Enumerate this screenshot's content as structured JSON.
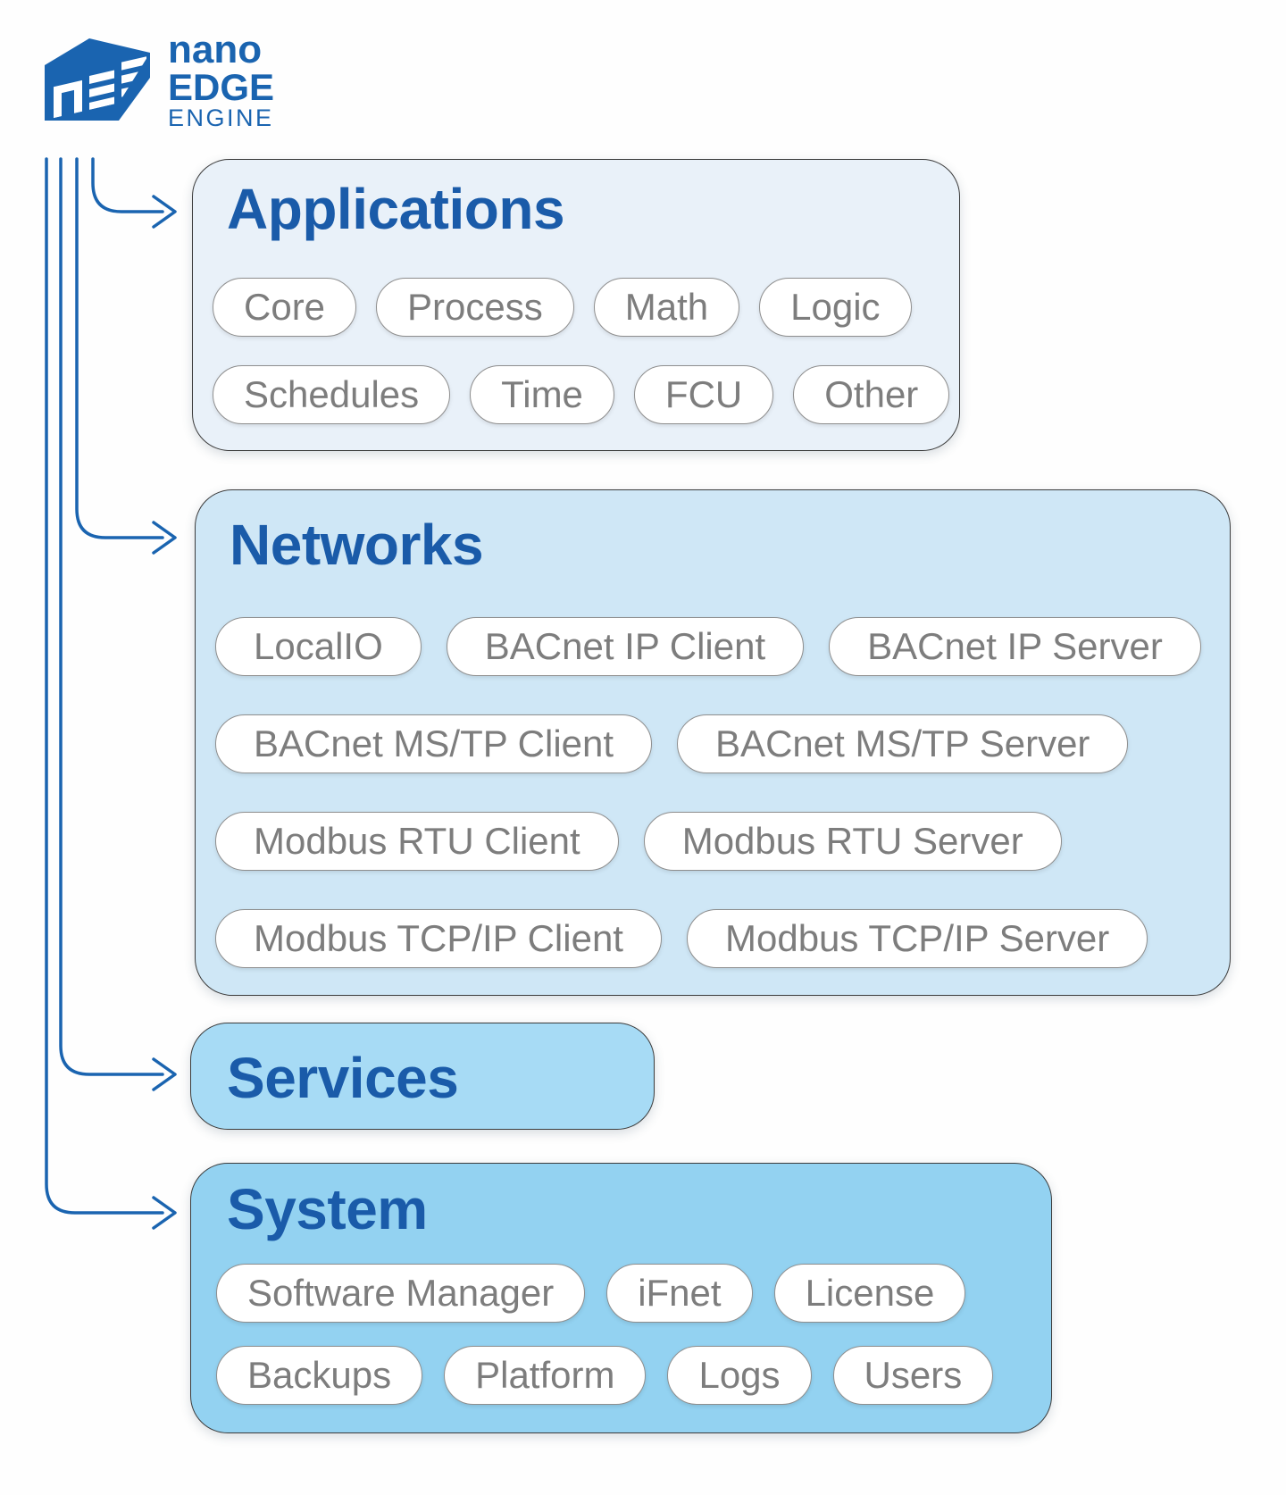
{
  "logo": {
    "icon": "nano-edge-engine-cube-mark",
    "line1": "nano",
    "line2": "EDGE",
    "line3": "ENGINE"
  },
  "colors": {
    "brand_blue": "#1a64b0",
    "title_blue": "#1a5ba9",
    "box_border": "#3c3c3c",
    "applications_bg": "#e9f1f9",
    "networks_bg": "#cfe7f6",
    "services_bg": "#a7dbf5",
    "system_bg": "#93d2f1",
    "pill_bg": "#ffffff",
    "pill_border": "#8e8e8e",
    "pill_text": "#7d7d7d"
  },
  "sections": {
    "applications": {
      "title": "Applications",
      "rows": [
        [
          "Core",
          "Process",
          "Math",
          "Logic"
        ],
        [
          "Schedules",
          "Time",
          "FCU",
          "Other"
        ]
      ]
    },
    "networks": {
      "title": "Networks",
      "rows": [
        [
          "LocalIO",
          "BACnet IP Client",
          "BACnet IP Server"
        ],
        [
          "BACnet MS/TP Client",
          "BACnet MS/TP Server"
        ],
        [
          "Modbus RTU Client",
          "Modbus RTU Server"
        ],
        [
          "Modbus TCP/IP Client",
          "Modbus TCP/IP Server"
        ]
      ]
    },
    "services": {
      "title": "Services",
      "rows": []
    },
    "system": {
      "title": "System",
      "rows": [
        [
          "Software Manager",
          "iFnet",
          "License"
        ],
        [
          "Backups",
          "Platform",
          "Logs",
          "Users"
        ]
      ]
    }
  }
}
